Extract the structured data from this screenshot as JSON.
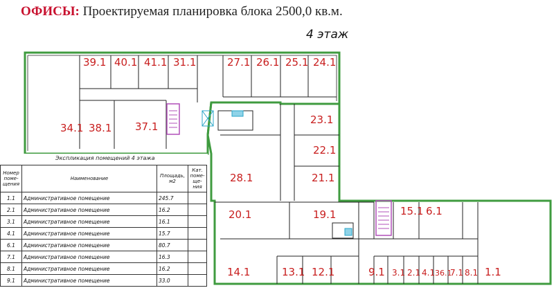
{
  "header": {
    "accent": "ОФИСЫ:",
    "text": " Проектируемая планировка блока 2500,0 кв.м."
  },
  "floor_label": "4 этаж",
  "rooms": [
    {
      "id": "39.1"
    },
    {
      "id": "40.1"
    },
    {
      "id": "41.1"
    },
    {
      "id": "31.1"
    },
    {
      "id": "27.1"
    },
    {
      "id": "26.1"
    },
    {
      "id": "25.1"
    },
    {
      "id": "24.1"
    },
    {
      "id": "34.1"
    },
    {
      "id": "38.1"
    },
    {
      "id": "37.1"
    },
    {
      "id": "23.1"
    },
    {
      "id": "22.1"
    },
    {
      "id": "28.1"
    },
    {
      "id": "21.1"
    },
    {
      "id": "20.1"
    },
    {
      "id": "19.1"
    },
    {
      "id": "15.1"
    },
    {
      "id": "6.1"
    },
    {
      "id": "14.1"
    },
    {
      "id": "13.1"
    },
    {
      "id": "12.1"
    },
    {
      "id": "9.1"
    },
    {
      "id": "3.1"
    },
    {
      "id": "2.1"
    },
    {
      "id": "4.1"
    },
    {
      "id": "36.1"
    },
    {
      "id": "7.1"
    },
    {
      "id": "8.1"
    },
    {
      "id": "1.1"
    }
  ],
  "legend": {
    "title": "Экспликация помещений 4 этажа",
    "headers": {
      "num": "Номер поме- щения",
      "name": "Наименование",
      "area": "Площадь, м2",
      "cat": "Кат. поме- ще- ния"
    },
    "rows": [
      {
        "num": "1.1",
        "name": "Административное помещение",
        "area": "245.7"
      },
      {
        "num": "2.1",
        "name": "Административное помещение",
        "area": "16.2"
      },
      {
        "num": "3.1",
        "name": "Административное помещение",
        "area": "16.1"
      },
      {
        "num": "4.1",
        "name": "Административное помещение",
        "area": "15.7"
      },
      {
        "num": "6.1",
        "name": "Административное помещение",
        "area": "80.7"
      },
      {
        "num": "7.1",
        "name": "Административное помещение",
        "area": "16.3"
      },
      {
        "num": "8.1",
        "name": "Административное помещение",
        "area": "16.2"
      },
      {
        "num": "9.1",
        "name": "Административное помещение",
        "area": "33.0"
      }
    ]
  },
  "colors": {
    "wall_outer": "#3f9b3f",
    "wall_inner": "#222222",
    "label": "#c81e1e",
    "stairs": "#b04fb8",
    "elevator": "#2aa6c8",
    "accent": "#c8102e"
  }
}
